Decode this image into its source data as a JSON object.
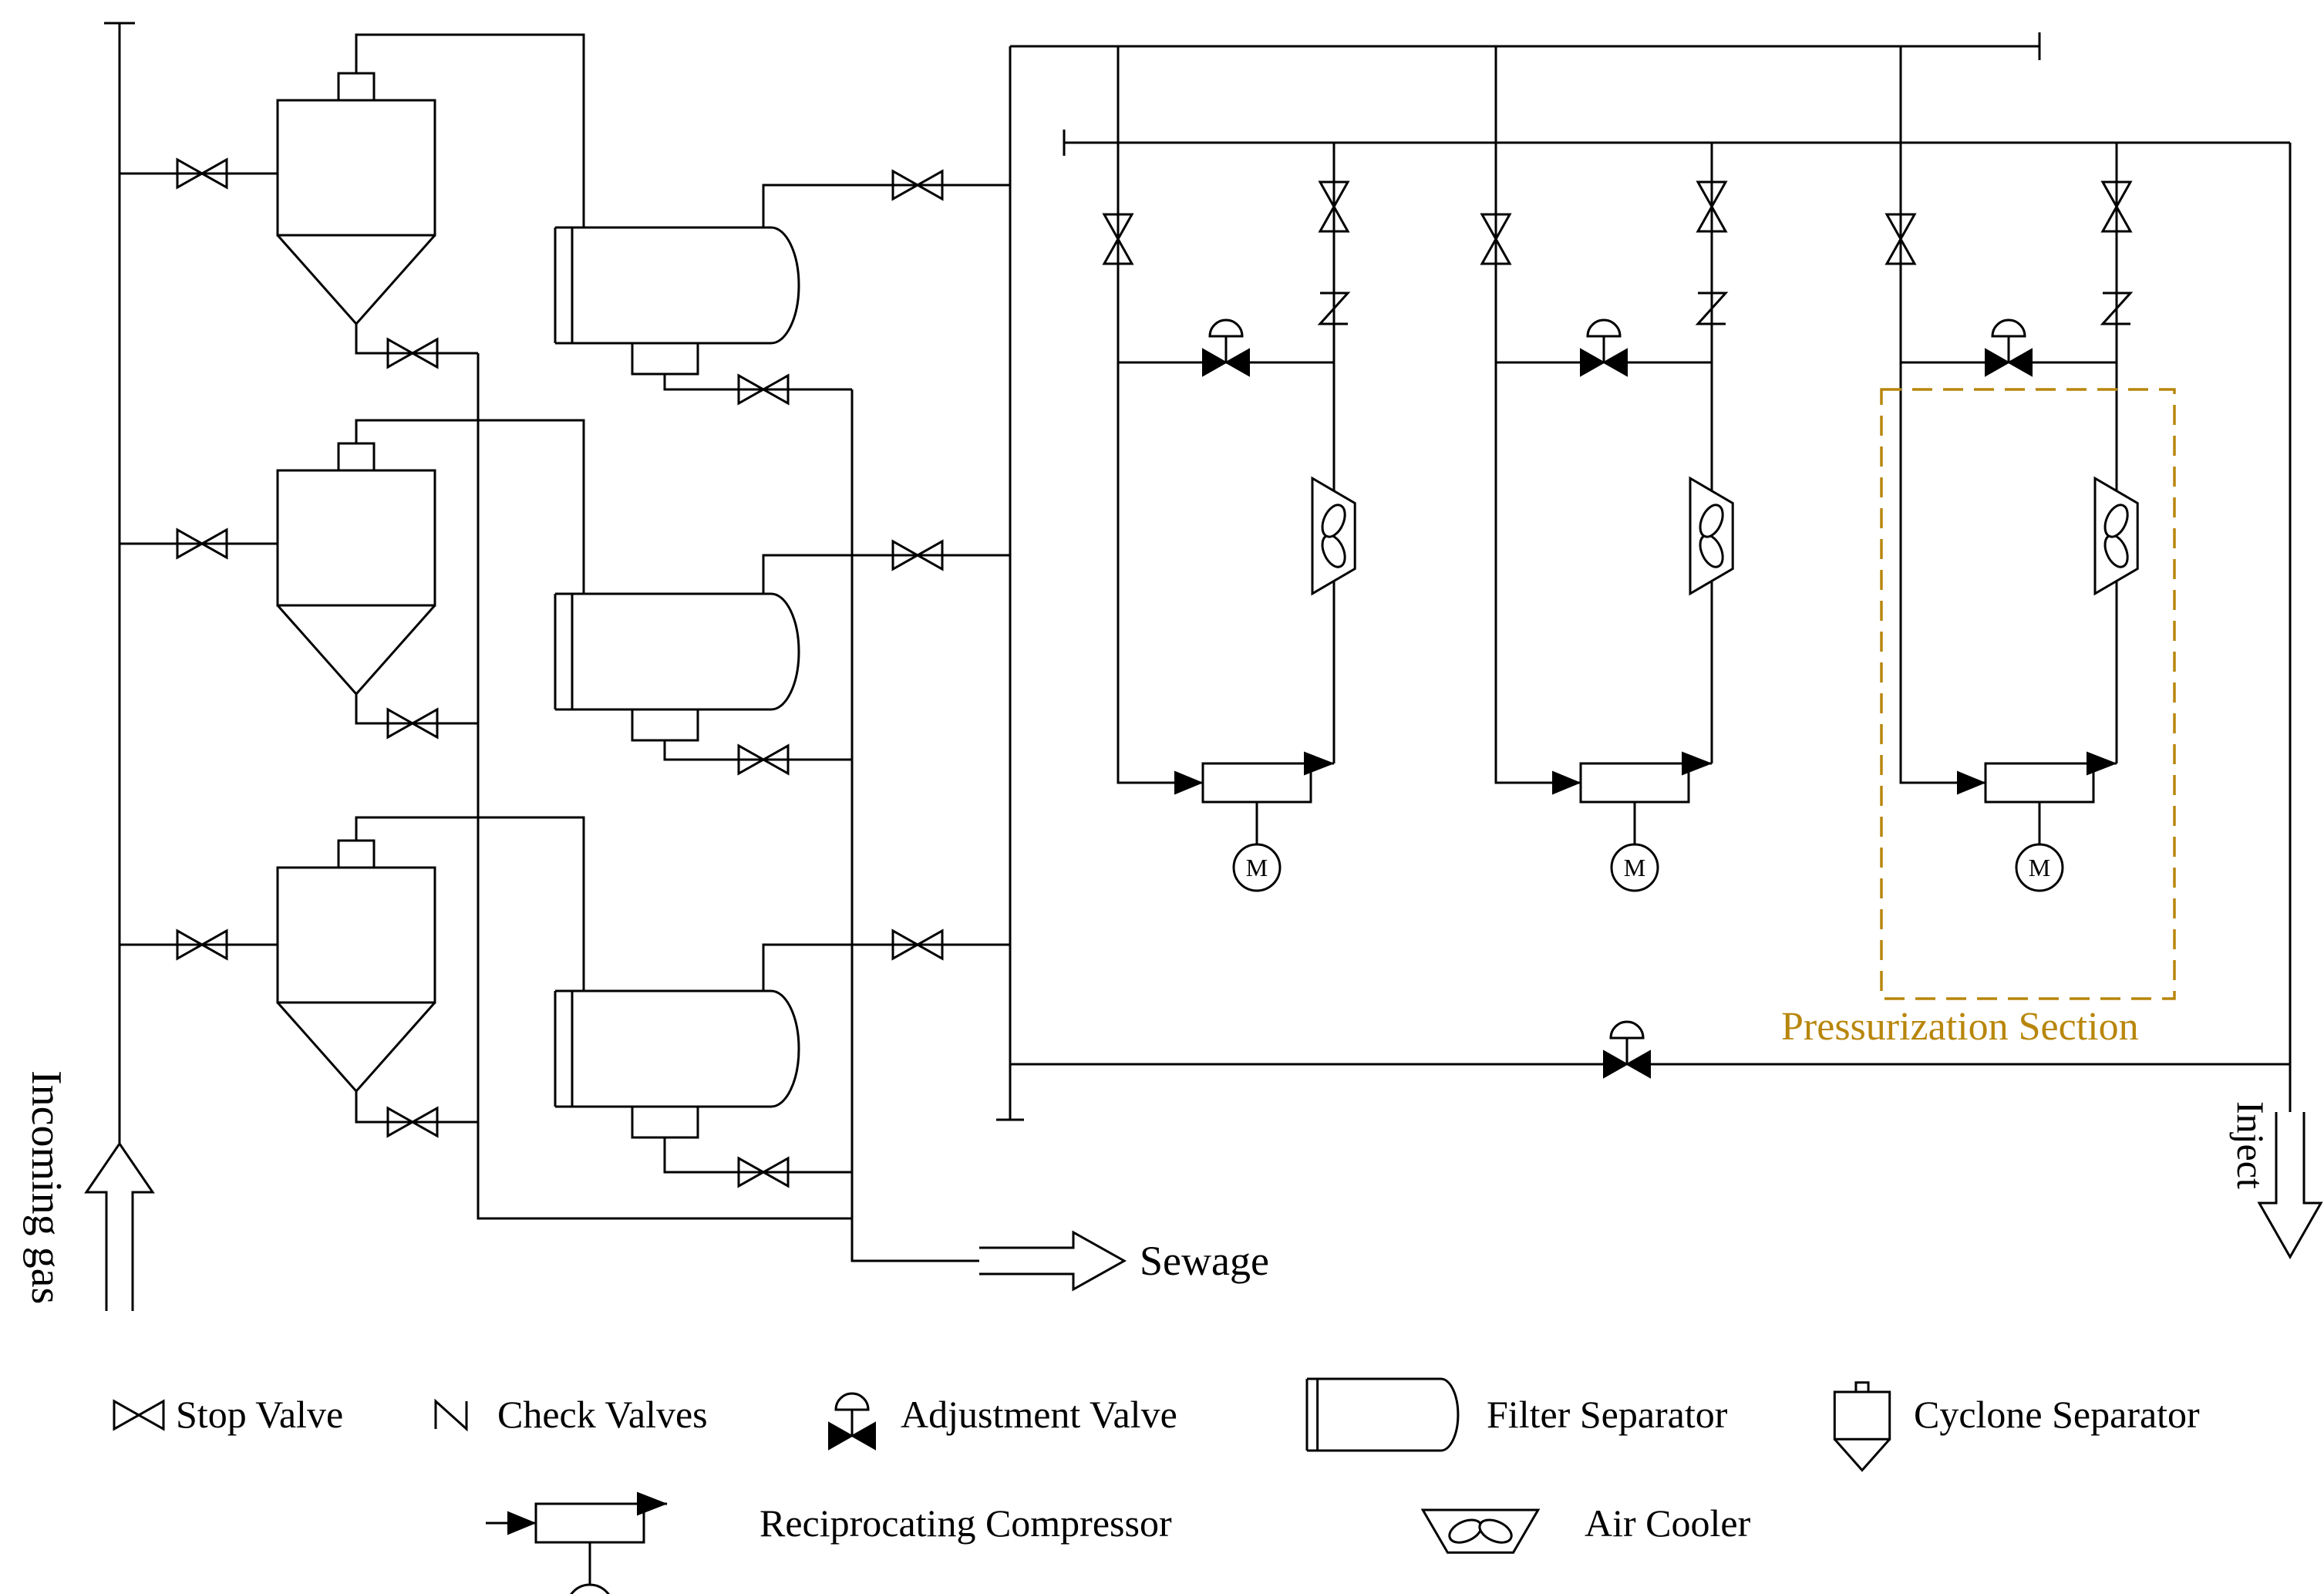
{
  "labels": {
    "incoming_gas": "Incoming gas",
    "sewage": "Sewage",
    "inject": "Inject",
    "pressurization_section": "Pressurization Section",
    "motor": "M"
  },
  "legend": {
    "stop_valve": "Stop Valve",
    "check_valves": "Check Valves",
    "adjustment_valve": "Adjustment Valve",
    "filter_separator": "Filter Separator",
    "cyclone_separator": "Cyclone Separator",
    "reciprocating_compressor": "Reciprocating Compressor",
    "air_cooler": "Air Cooler"
  },
  "colors": {
    "line": "#000000",
    "background": "#ffffff",
    "accent": "#b8860b"
  }
}
